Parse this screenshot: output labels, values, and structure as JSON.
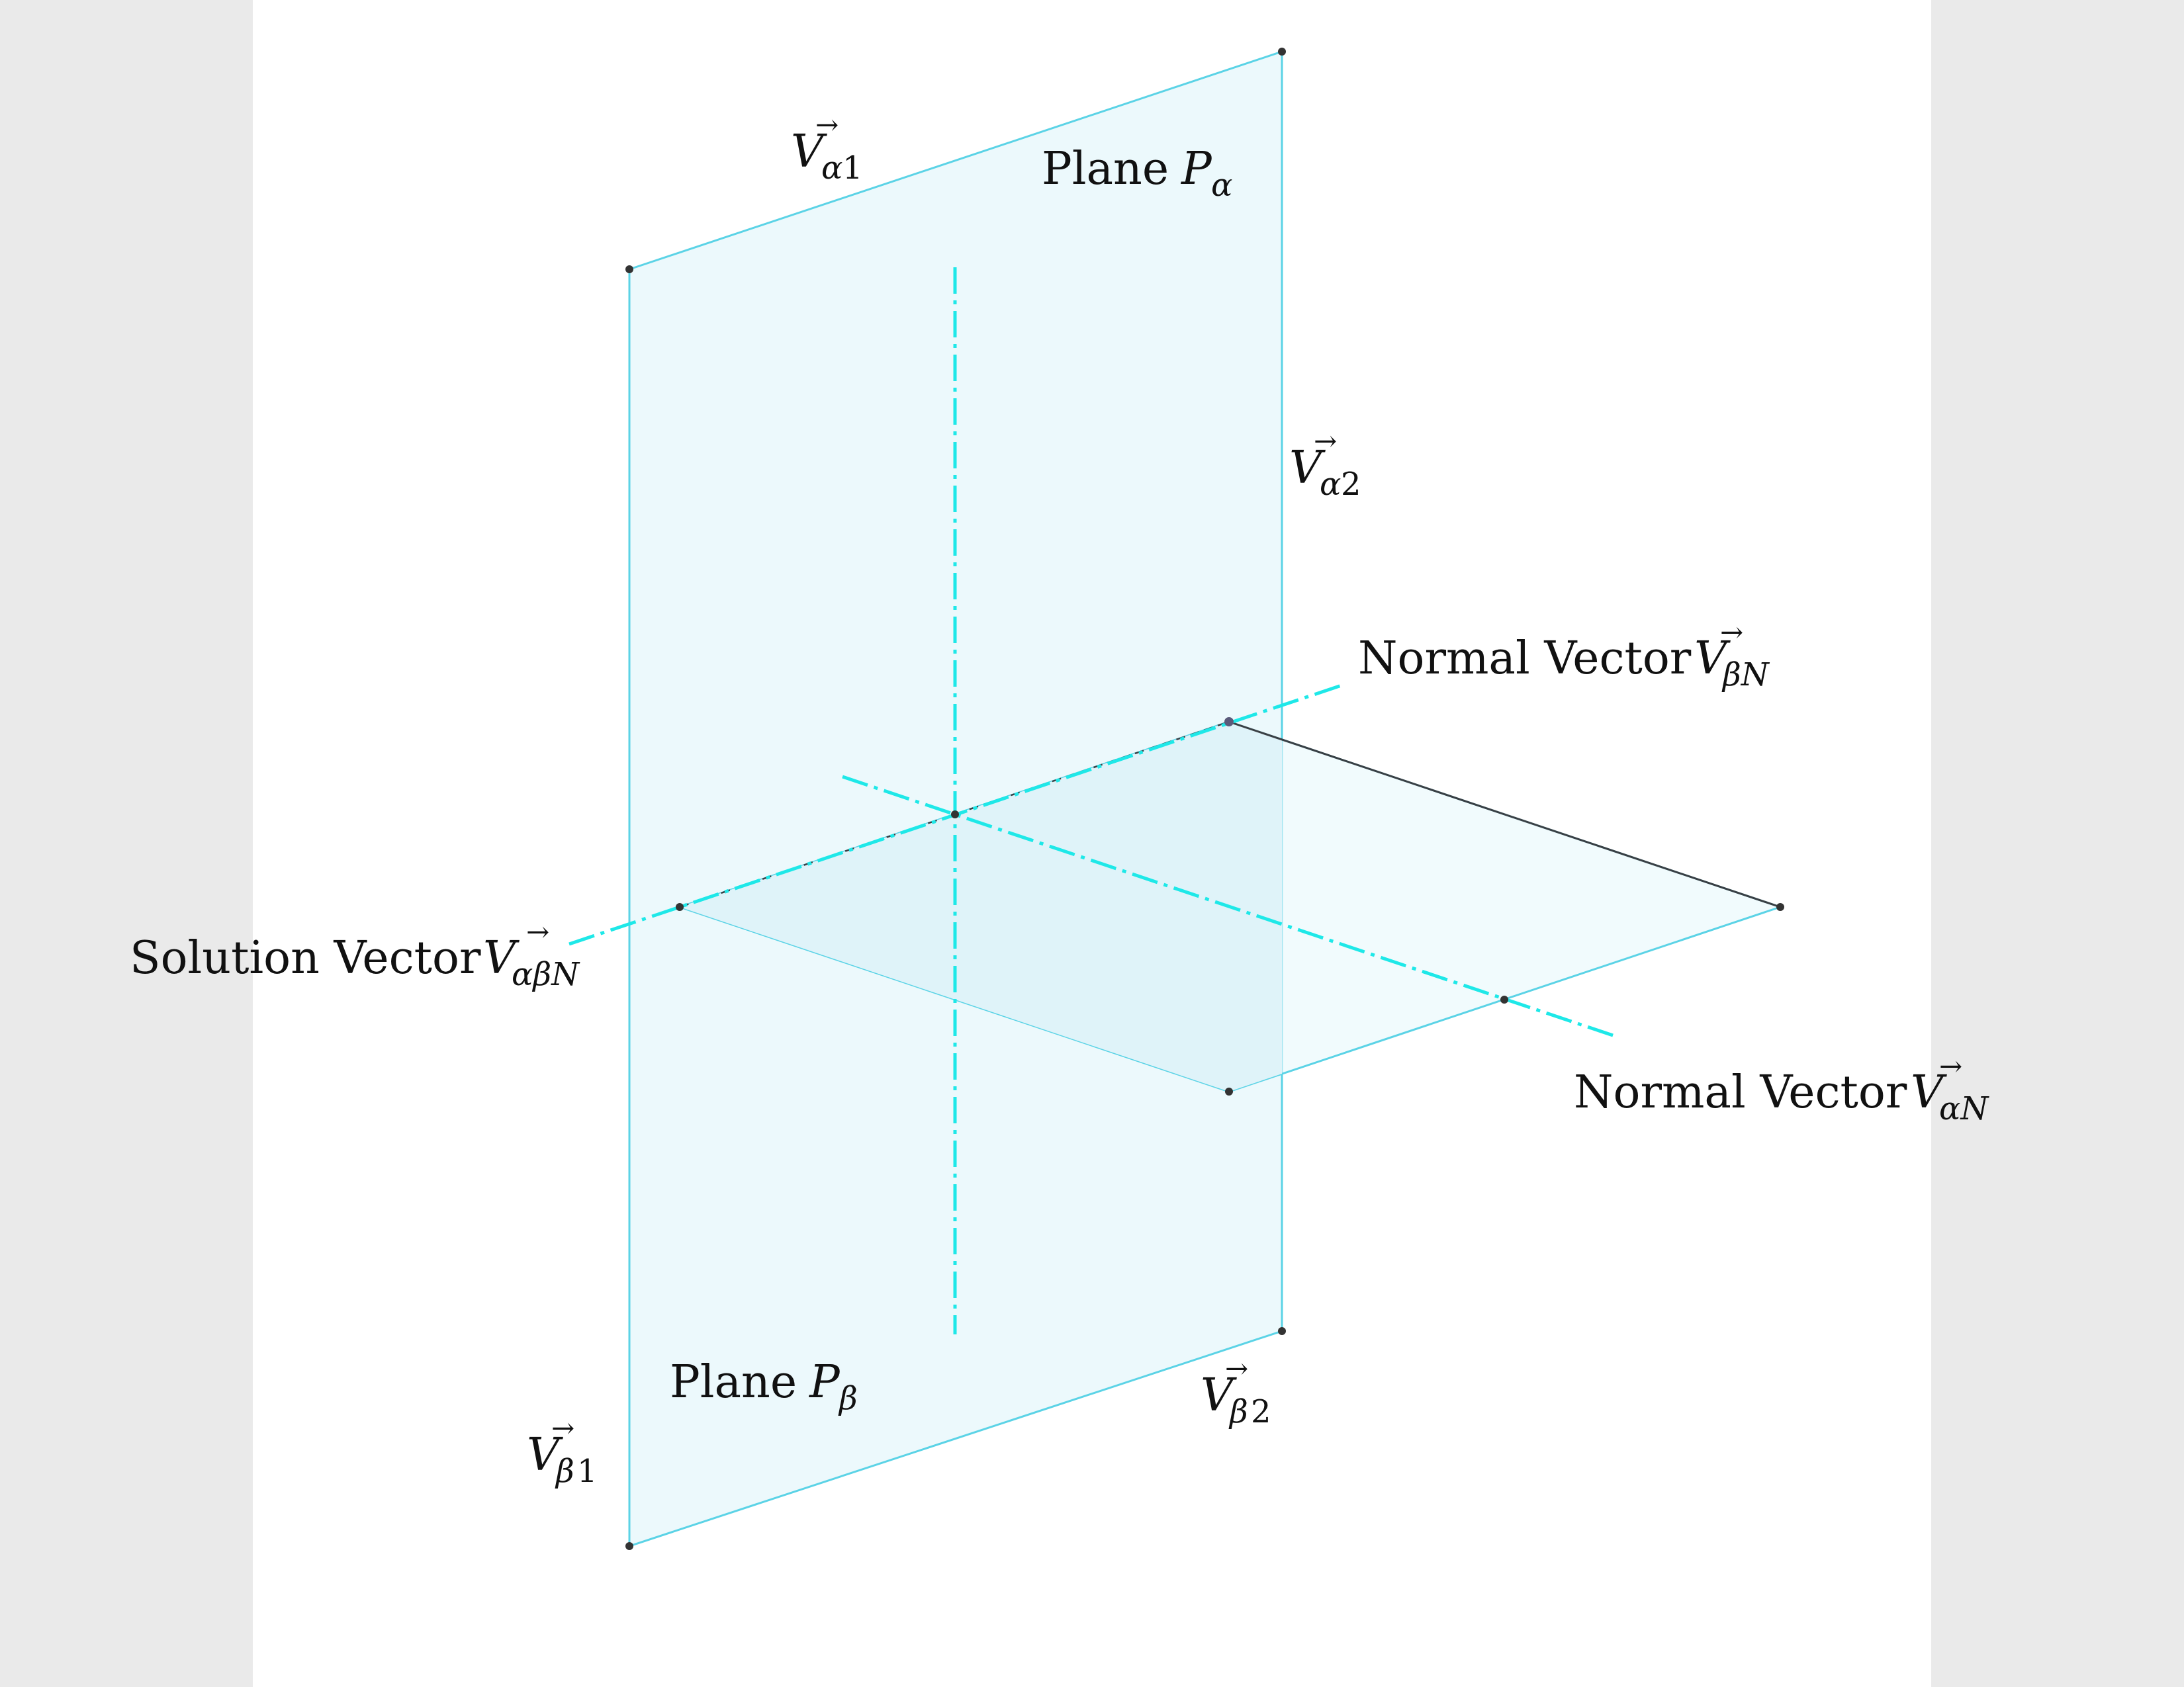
{
  "diagram": {
    "labels": {
      "v_alpha1": {
        "main": "V",
        "sub": "α",
        "sub_num": "1",
        "arrow": "→"
      },
      "v_alpha2": {
        "main": "V",
        "sub": "α",
        "sub_num": "2",
        "arrow": "→"
      },
      "v_beta1": {
        "main": "V",
        "sub": "β",
        "sub_num": "1",
        "arrow": "→"
      },
      "v_beta2": {
        "main": "V",
        "sub": "β",
        "sub_num": "2",
        "arrow": "→"
      },
      "plane_alpha": {
        "prefix": "Plane",
        "main": "P",
        "sub": "α"
      },
      "plane_beta": {
        "prefix": "Plane",
        "main": "P",
        "sub": "β"
      },
      "normal_beta": {
        "prefix": "Normal Vector",
        "main": "V",
        "sub": "βN",
        "arrow": "→"
      },
      "normal_alpha": {
        "prefix": "Normal Vector",
        "main": "V",
        "sub": "αN",
        "arrow": "→"
      },
      "solution": {
        "prefix": "Solution Vector",
        "main": "V",
        "sub": "αβN",
        "arrow": "→"
      }
    },
    "colors": {
      "page_margin": "#eaeaea",
      "page_background": "#ffffff",
      "plane_fill": "#ecf9fc",
      "plane_overlap_fill": "#dff3f9",
      "plane_edge": "#5bd3e6",
      "axis_dashdot": "#1ee8e8",
      "dark_edge": "#3a3f44",
      "point": "#333333"
    }
  }
}
